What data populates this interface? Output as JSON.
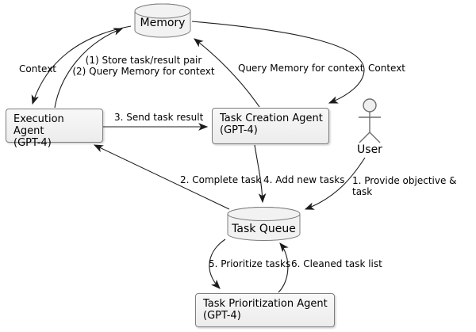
{
  "colors": {
    "background": "#ffffff",
    "node_fill": "#f2f2f2",
    "node_border": "#7d7d7d",
    "line": "#1c1c1c",
    "text": "#000000"
  },
  "nodes": {
    "memory": {
      "type": "database",
      "label": "Memory"
    },
    "execution_agent": {
      "type": "box",
      "title": "Execution Agent",
      "subtitle": "(GPT-4)"
    },
    "task_creation_agent": {
      "type": "box",
      "title": "Task Creation Agent",
      "subtitle": "(GPT-4)"
    },
    "user": {
      "type": "actor",
      "label": "User"
    },
    "task_queue": {
      "type": "database",
      "label": "Task Queue"
    },
    "task_prioritization_agent": {
      "type": "box",
      "title": "Task Prioritization Agent",
      "subtitle": "(GPT-4)"
    }
  },
  "edges": {
    "memory_context_to_execution": {
      "from": "Memory",
      "to": "Execution Agent",
      "label": "Context"
    },
    "execution_store_query_to_memory": {
      "from": "Execution Agent",
      "to": "Memory",
      "label": "(1) Store task/result pair\n(2) Query Memory for context"
    },
    "creation_query_to_memory": {
      "from": "Task Creation Agent",
      "to": "Memory",
      "label": "Query Memory for context"
    },
    "memory_context_to_creation": {
      "from": "Memory",
      "to": "Task Creation Agent",
      "label": "Context"
    },
    "execution_to_creation": {
      "from": "Execution Agent",
      "to": "Task Creation Agent",
      "label": "3. Send task result"
    },
    "queue_to_execution": {
      "from": "Task Queue",
      "to": "Execution Agent",
      "label": "2. Complete task"
    },
    "creation_to_queue": {
      "from": "Task Creation Agent",
      "to": "Task Queue",
      "label": "4. Add new tasks"
    },
    "user_to_queue": {
      "from": "User",
      "to": "Task Queue",
      "label": "1. Provide objective & task"
    },
    "queue_to_prioritization": {
      "from": "Task Queue",
      "to": "Task Prioritization Agent",
      "label": "5. Prioritize tasks"
    },
    "prioritization_to_queue": {
      "from": "Task Prioritization Agent",
      "to": "Task Queue",
      "label": "6. Cleaned task list"
    }
  }
}
